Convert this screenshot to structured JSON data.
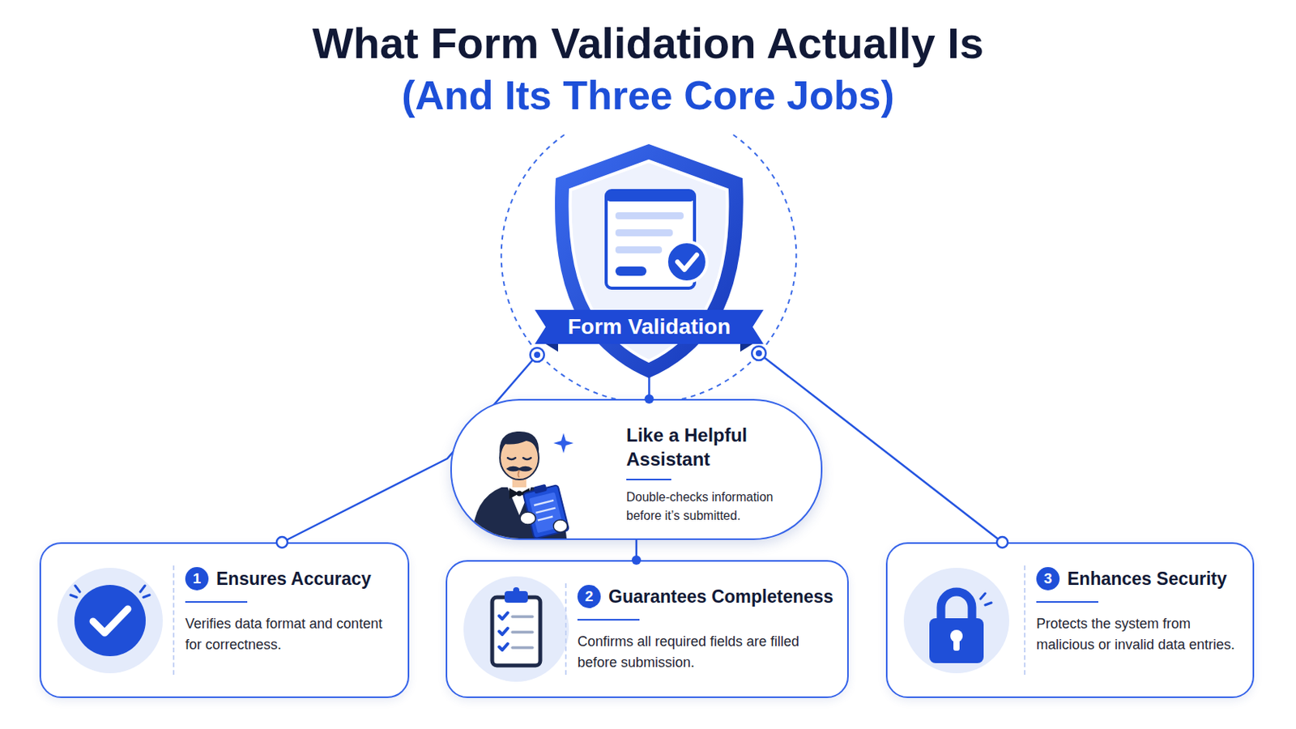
{
  "diagram": {
    "title": "What Form Validation Actually Is",
    "nodes": [
      {
        "text": [
          "Form Validation"
        ]
      },
      {
        "text": [
          "Like a Helpful Assistant",
          "Double-checks information before it’s submitted."
        ]
      },
      {
        "text": [
          "1",
          "Ensures Accuracy",
          "Verifies data format and content for correctness."
        ]
      },
      {
        "text": [
          "2",
          "Guarantees Completeness",
          "Confirms all required fields are filled before submission."
        ]
      },
      {
        "text": [
          "3",
          "Enhances Security",
          "Protects the system from malicious or invalid data entries."
        ]
      }
    ],
    "edges": [
      {
        "from": 0,
        "to": 1,
        "arrow": "none"
      },
      {
        "from": 0,
        "to": 2,
        "arrow": "none"
      },
      {
        "from": 0,
        "to": 4,
        "arrow": "none"
      },
      {
        "from": 1,
        "to": 3,
        "arrow": "none"
      }
    ],
    "labels": [
      "(And Its Three Core Jobs)"
    ]
  }
}
